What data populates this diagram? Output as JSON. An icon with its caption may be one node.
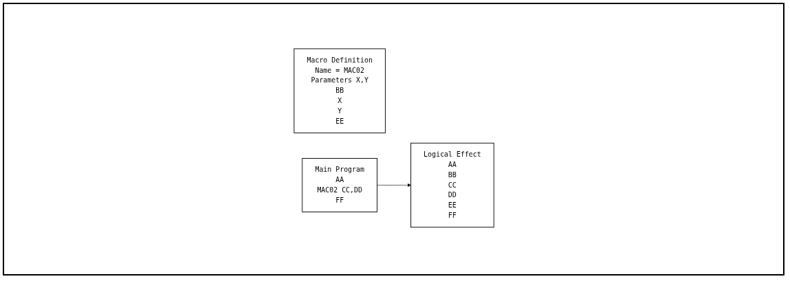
{
  "diagram": {
    "nodes": [
      {
        "text": [
          "Macro Definition",
          "Name = MAC02",
          "Parameters X,Y",
          "BB",
          "X",
          "Y",
          "EE"
        ]
      },
      {
        "text": [
          "Main Program",
          "AA",
          "MAC02 CC,DD",
          "FF"
        ]
      },
      {
        "text": [
          "Logical Effect",
          "AA",
          "BB",
          "CC",
          "DD",
          "EE",
          "FF"
        ]
      }
    ],
    "edges": [
      {
        "from": 1,
        "to": 2,
        "arrow": "to"
      }
    ]
  }
}
